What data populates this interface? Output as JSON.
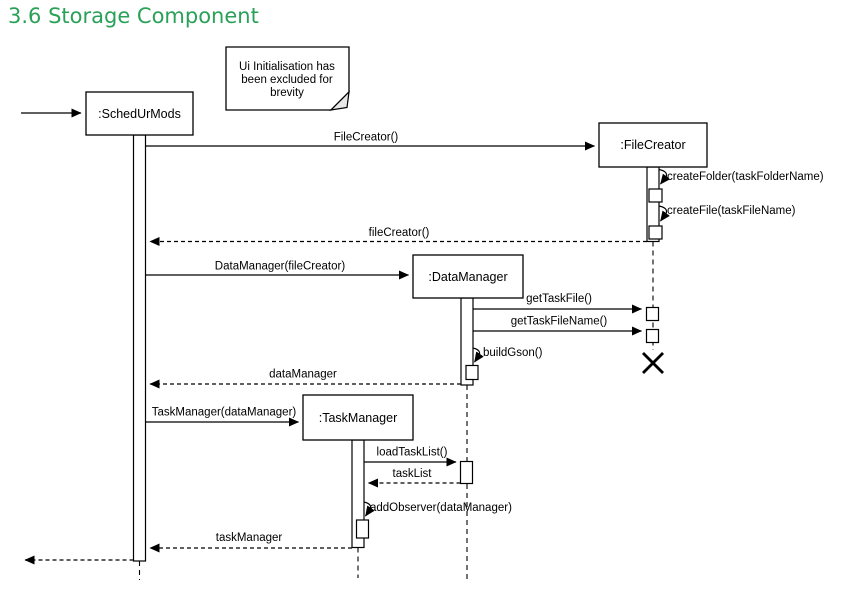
{
  "page": {
    "title": "3.6 Storage Component",
    "title_color": "#2aa158"
  },
  "diagram": {
    "type": "uml-sequence-diagram",
    "note": {
      "line1": "Ui Initialisation has",
      "line2": "been excluded for",
      "line3": "brevity"
    },
    "lifelines": [
      {
        "label": ":SchedUrMods"
      },
      {
        "label": ":FileCreator"
      },
      {
        "label": ":DataManager"
      },
      {
        "label": ":TaskManager"
      }
    ],
    "messages": [
      {
        "label": "FileCreator()",
        "kind": "sync",
        "from": ":SchedUrMods",
        "to": ":FileCreator"
      },
      {
        "label": "createFolder(taskFolderName)",
        "kind": "self",
        "from": ":FileCreator",
        "to": ":FileCreator"
      },
      {
        "label": "createFile(taskFileName)",
        "kind": "self",
        "from": ":FileCreator",
        "to": ":FileCreator"
      },
      {
        "label": "fileCreator()",
        "kind": "return",
        "from": ":FileCreator",
        "to": ":SchedUrMods"
      },
      {
        "label": "DataManager(fileCreator)",
        "kind": "sync",
        "from": ":SchedUrMods",
        "to": ":DataManager"
      },
      {
        "label": "getTaskFile()",
        "kind": "sync",
        "from": ":DataManager",
        "to": ":FileCreator"
      },
      {
        "label": "getTaskFileName()",
        "kind": "sync",
        "from": ":DataManager",
        "to": ":FileCreator"
      },
      {
        "label": "buildGson()",
        "kind": "self",
        "from": ":DataManager",
        "to": ":DataManager"
      },
      {
        "label": "dataManager",
        "kind": "return",
        "from": ":DataManager",
        "to": ":SchedUrMods"
      },
      {
        "label": "TaskManager(dataManager)",
        "kind": "sync",
        "from": ":SchedUrMods",
        "to": ":TaskManager"
      },
      {
        "label": "loadTaskList()",
        "kind": "sync",
        "from": ":TaskManager",
        "to": ":DataManager"
      },
      {
        "label": "taskList",
        "kind": "return",
        "from": ":DataManager",
        "to": ":TaskManager"
      },
      {
        "label": "addObserver(dataManager)",
        "kind": "self",
        "from": ":TaskManager",
        "to": ":TaskManager"
      },
      {
        "label": "taskManager",
        "kind": "return",
        "from": ":TaskManager",
        "to": ":SchedUrMods"
      }
    ],
    "destroy_marker_on": ":FileCreator"
  }
}
